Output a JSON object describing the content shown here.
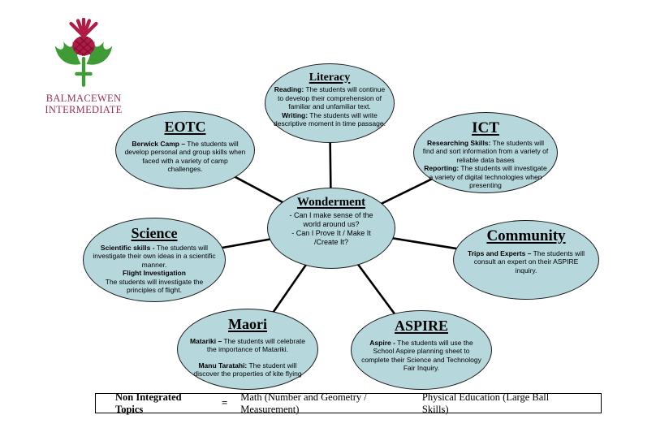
{
  "logo": {
    "icon": "thistle-icon",
    "line1": "BALMACEWEN",
    "line2": "INTERMEDIATE"
  },
  "colors": {
    "node_fill": "#b6d8dd",
    "node_border": "#1a1a1a",
    "line_color": "#000000",
    "logo_text_color": "#993350",
    "thistle_green": "#3f9b35",
    "thistle_crimson": "#b01c45"
  },
  "center": {
    "title": "Wonderment",
    "lines": [
      "- Can I make sense of the world around us?",
      "- Can I Prove It / Make It /Create It?"
    ]
  },
  "nodes": {
    "literacy": {
      "title": "Literacy",
      "segments": [
        {
          "label": "Reading:",
          "text": " The students will continue to develop their comprehension of familiar and unfamiliar text."
        },
        {
          "label": "Writing:",
          "text": " The students will write descriptive moment in time passage."
        }
      ]
    },
    "ict": {
      "title": "ICT",
      "segments": [
        {
          "label": "Researching Skills:",
          "text": " The students will find and sort information from a variety of reliable data bases"
        },
        {
          "label": "Reporting:",
          "text": " The students will investigate a variety of digital technologies when presenting"
        }
      ]
    },
    "eotc": {
      "title": "EOTC",
      "segments": [
        {
          "label": "Berwick Camp –",
          "text": " The students will develop personal and group skills when faced with a variety of camp challenges."
        }
      ]
    },
    "community": {
      "title": "Community",
      "segments": [
        {
          "label": "Trips and Experts –",
          "text": " The students will consult an expert on their ASPIRE inquiry."
        }
      ]
    },
    "science": {
      "title": "Science",
      "segments": [
        {
          "label": "Scientific skills -",
          "text": " The students will investigate their own ideas in a scientific manner."
        },
        {
          "label": "Flight Investigation",
          "text": "The students will investigate the principles of flight."
        }
      ]
    },
    "maori": {
      "title": "Maori",
      "segments": [
        {
          "label": "Matariki –",
          "text": " The students will celebrate the importance of Matariki."
        },
        {
          "label": "Manu Taratahi:",
          "text": " The student will discover the properties of kite flying"
        }
      ]
    },
    "aspire": {
      "title": "ASPIRE",
      "segments": [
        {
          "label": "Aspire -",
          "text": " The students will use the School Aspire planning sheet to complete their Science and Technology Fair Inquiry."
        }
      ]
    }
  },
  "footer": {
    "label": "Non Integrated Topics",
    "equals": "=",
    "items": [
      "Math (Number and Geometry / Measurement)",
      "Physical Education (Large Ball Skills)"
    ]
  }
}
